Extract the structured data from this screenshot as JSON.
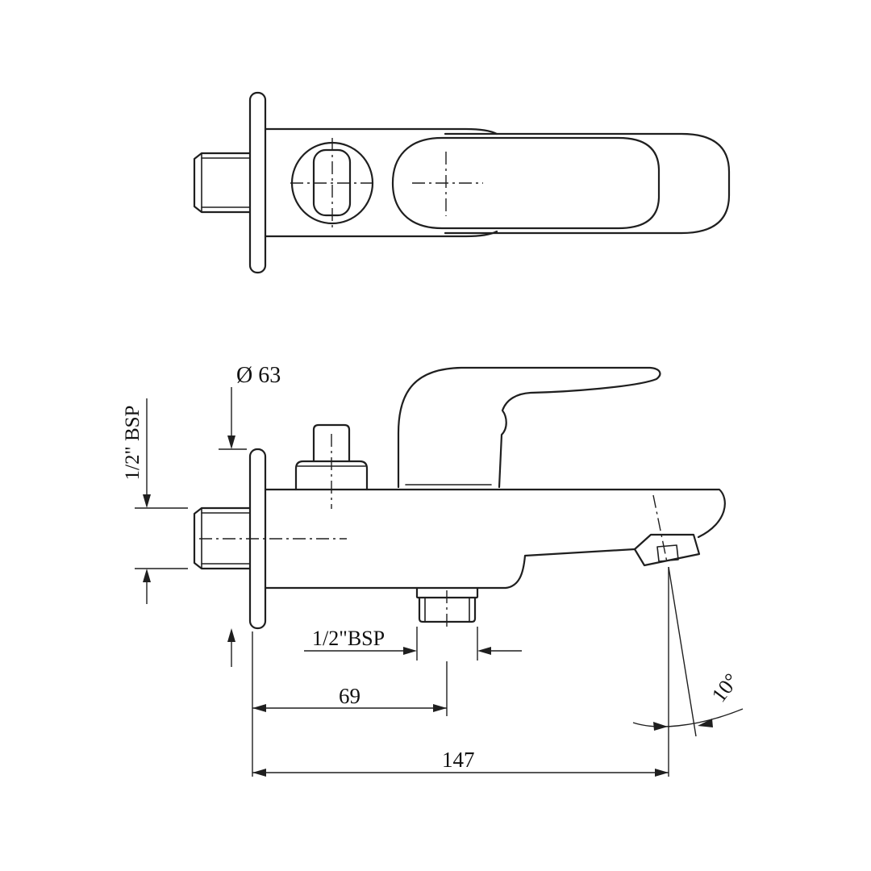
{
  "colors": {
    "line": "#1f1f1f",
    "background": "#ffffff"
  },
  "dimensions": {
    "flange_diameter": "Ø 63",
    "inlet_thread": "1/2\" BSP",
    "outlet_thread": "1/2\"BSP",
    "outlet_center_from_wall": "69",
    "spout_reach": "147",
    "spout_angle": "10°"
  }
}
